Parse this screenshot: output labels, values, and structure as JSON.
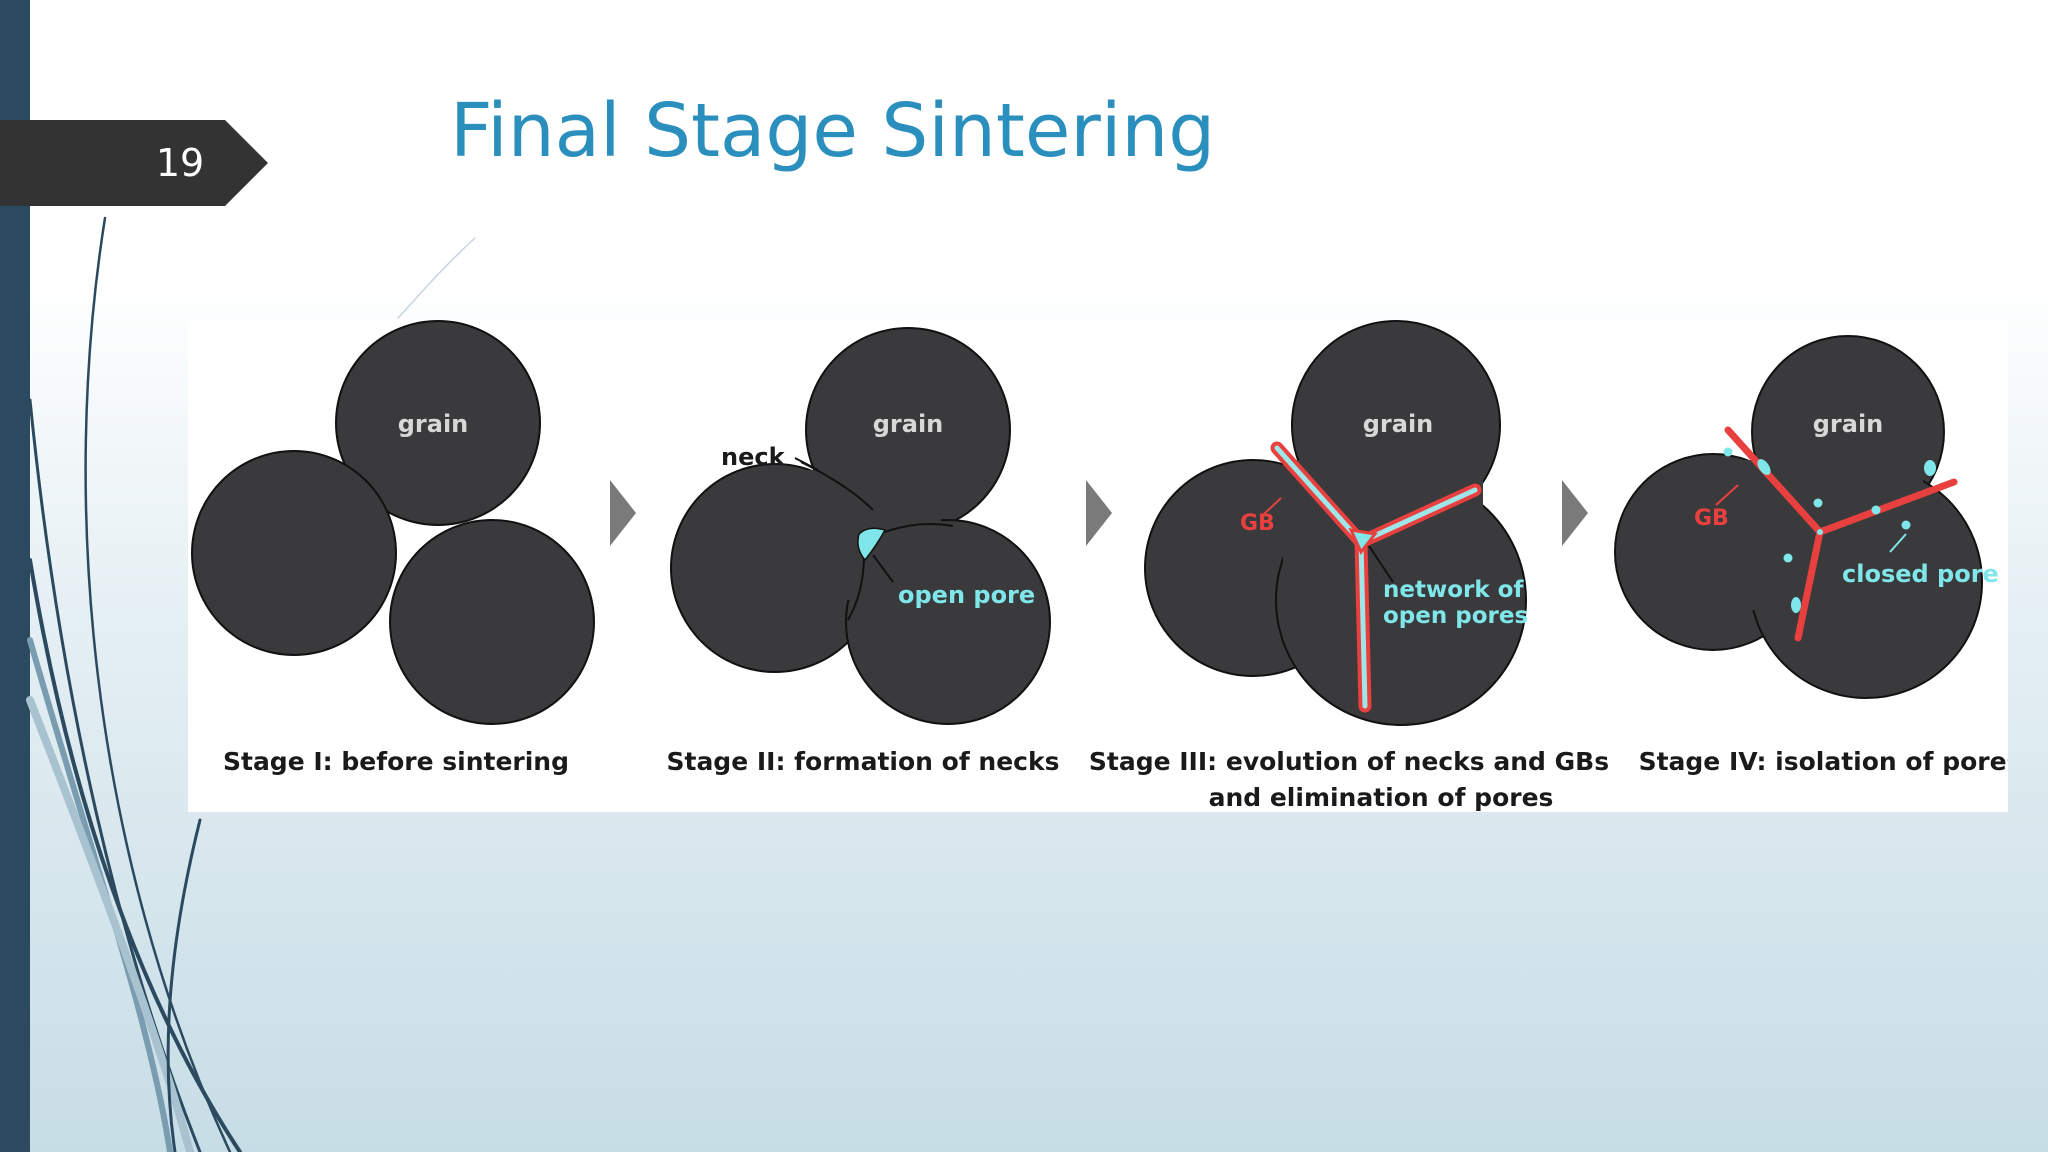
{
  "slide": {
    "number": "19",
    "title": "Final Stage Sintering"
  },
  "colors": {
    "title": "#2b8fbd",
    "band": "#2b4a60",
    "tab": "#333333",
    "grain": "#3a3a3c",
    "pore": "#7fe6ea",
    "grain_boundary": "#e8403e",
    "arrow": "#7a7a7a"
  },
  "icons": {
    "stage_arrow": "triangle-right-icon"
  },
  "diagram": {
    "grain_label": "grain",
    "neck_label": "neck",
    "gb_label": "GB",
    "open_pore_label": "open pore",
    "network_label_line1": "network of",
    "network_label_line2": "open pores",
    "closed_pore_label": "closed pore",
    "stage1_caption": "Stage I: before sintering",
    "stage2_caption": "Stage II: formation of necks",
    "stage3_caption_line1": "Stage III: evolution of necks and GBs",
    "stage3_caption_line2": "and elimination of pores",
    "stage4_caption": "Stage IV: isolation of pores"
  }
}
